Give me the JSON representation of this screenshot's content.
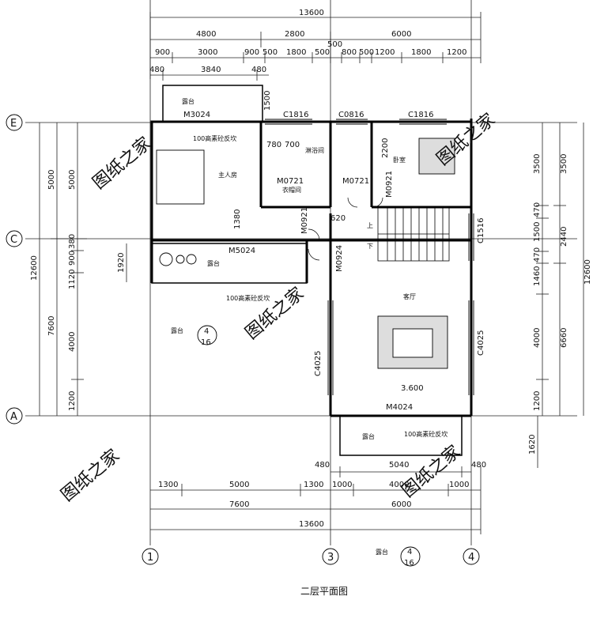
{
  "caption": "二层平面图",
  "watermark": "图纸之家",
  "axes": {
    "top_bubble": "4\n16",
    "c": "C",
    "e": "E",
    "a": "A",
    "n1": "1",
    "n3": "3",
    "n4": "4"
  },
  "top_dims": {
    "total": "13600",
    "row2": [
      "4800",
      "2800",
      "6000"
    ],
    "row3": [
      "900",
      "3000",
      "900",
      "500",
      "1800",
      "500",
      "800",
      "500",
      "1200",
      "1800",
      "1200"
    ],
    "row4": [
      "480",
      "3840",
      "480"
    ],
    "top500": "500"
  },
  "bottom_dims": {
    "row1": [
      "1300",
      "5000",
      "1300",
      "1000",
      "4000",
      "1000"
    ],
    "row2": [
      "7600",
      "6000"
    ],
    "total": "13600",
    "row0": [
      "480",
      "5040",
      "480"
    ]
  },
  "left_dims": {
    "total": "12600",
    "outer": [
      "5000",
      "7600"
    ],
    "inner": [
      "5000",
      "380",
      "900",
      "1120",
      "4000",
      "1200"
    ],
    "d1920": "1920"
  },
  "right_dims": {
    "total": "12600",
    "outer": [
      "3500",
      "2440",
      "6660"
    ],
    "inner": [
      "3500",
      "470",
      "1500",
      "470",
      "1460",
      "4000",
      "1200"
    ],
    "d1620": "1620"
  },
  "labels": {
    "m3024": "M3024",
    "balcony": "露台",
    "sill": "100高素砼反坎",
    "c1816a": "C1816",
    "c0816": "C0816",
    "c1816b": "C1816",
    "master": "主人房",
    "closet": "衣帽间",
    "bath": "淋浴间",
    "bedroom": "卧室",
    "m0721a": "M0721",
    "m0721b": "M0721",
    "m0921a": "M0921",
    "m0921b": "M0921",
    "m0924": "M0924",
    "m5024": "M5024",
    "d780": "780",
    "d700": "700",
    "d1380": "1380",
    "d1500": "1500",
    "d2200": "2200",
    "d620": "620",
    "c1516": "C1516",
    "c4025a": "C4025",
    "c4025b": "C4025",
    "living": "客厅",
    "elev": "3.600",
    "m4024": "M4024",
    "up": "上",
    "down": "下",
    "balc_ref": "露台",
    "ref_num": "4",
    "ref_den": "16"
  }
}
